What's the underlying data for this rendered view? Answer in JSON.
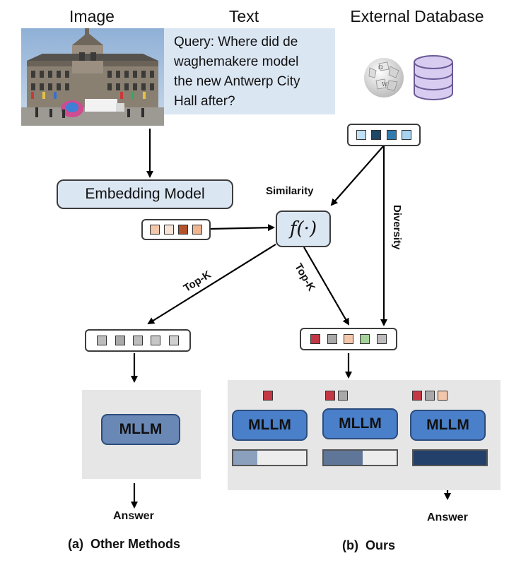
{
  "headers": {
    "image": "Image",
    "text": "Text",
    "database": "External Database"
  },
  "query": {
    "lines": [
      "Query: Where did de",
      "waghemakere model",
      "the new Antwerp City",
      "Hall after?"
    ]
  },
  "embedding_model": "Embedding Model",
  "function_label": "f(·)",
  "edge_labels": {
    "similarity": "Similarity",
    "diversity": "Diversity",
    "topk_left": "Top-K",
    "topk_right": "Top-K"
  },
  "mllm_label": "MLLM",
  "answer_label": "Answer",
  "captions": {
    "a": "(a)  Other Methods",
    "b": "(b)  Ours"
  },
  "colors": {
    "query_bg": "#dbe6f3",
    "db_vec": [
      "#bfe0f5",
      "#1f4766",
      "#2e7ab1",
      "#a7d2f0"
    ],
    "query_vec": [
      "#f2c7ab",
      "#f7e3d5",
      "#b4522b",
      "#f0b48e"
    ],
    "topk_left_vec": [
      "#bcbcbc",
      "#a9a9a9",
      "#bcbcbc",
      "#c6c6c6",
      "#cfcfcf"
    ],
    "topk_right_vec": [
      "#c43744",
      "#a9a9a9",
      "#f2c7ab",
      "#a6d39a",
      "#bcbcbc"
    ],
    "bars": [
      "#8aa0bd",
      "#5f7698",
      "#23406b"
    ]
  },
  "bar_levels": [
    0.33,
    0.53,
    1.0
  ]
}
